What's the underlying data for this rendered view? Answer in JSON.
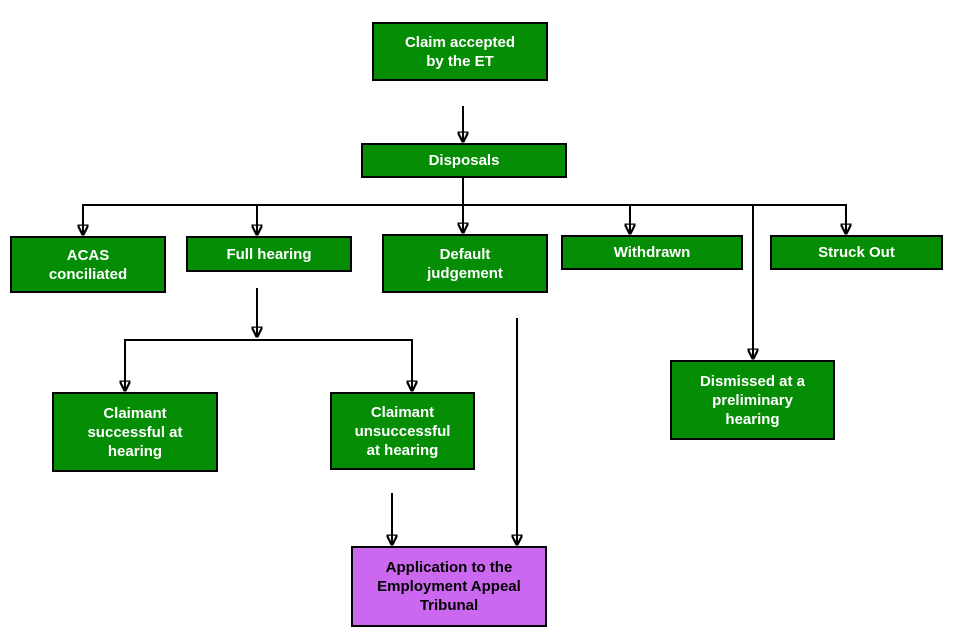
{
  "colors": {
    "green_fill": "#068D06",
    "purple_fill": "#CC68F0",
    "green_text": "#FFFFFF",
    "purple_text": "#000000",
    "node_border": "#000000",
    "connector": "#000000",
    "background": "#FFFFFF"
  },
  "nodes": {
    "claim_accepted": {
      "label": "Claim accepted\nby the ET"
    },
    "disposals": {
      "label": "Disposals"
    },
    "acas_conciliated": {
      "label": "ACAS\nconciliated"
    },
    "full_hearing": {
      "label": "Full hearing"
    },
    "default_judgement": {
      "label": "Default\njudgement"
    },
    "withdrawn": {
      "label": "Withdrawn"
    },
    "struck_out": {
      "label": "Struck Out"
    },
    "claimant_successful": {
      "label": "Claimant\nsuccessful at\nhearing"
    },
    "claimant_unsuccessful": {
      "label": "Claimant\nunsuccessful\nat hearing"
    },
    "dismissed_preliminary": {
      "label": "Dismissed at a\npreliminary\nhearing"
    },
    "eat_application": {
      "label": "Application to the\nEmployment Appeal\nTribunal"
    }
  }
}
